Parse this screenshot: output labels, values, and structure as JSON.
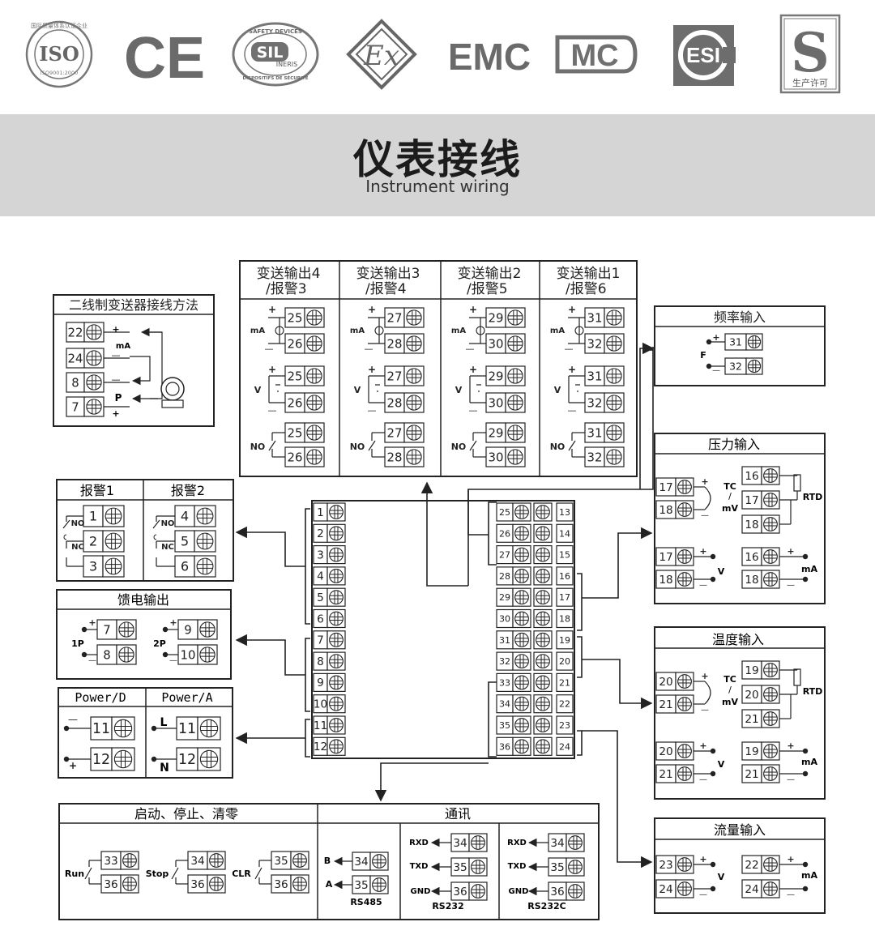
{
  "certifications": {
    "iso": {
      "logo": "ISO",
      "ring_text": "国际质量体系认证企业",
      "sub": "ISO9001:2000"
    },
    "ce": "CE",
    "sil": {
      "logo": "SIL",
      "ring_top": "SAFETY DEVICES",
      "mid": "INERIS",
      "ring_bottom": "DISPOSITIFS DE SÉCURITÉ"
    },
    "ex": "Ex",
    "emc": "EMC",
    "mc": "MC",
    "csi": "ESI",
    "s_permit": {
      "logo": "S",
      "caption": "生产许可"
    }
  },
  "header": {
    "title_cn": "仪表接线",
    "title_en": "Instrument wiring"
  },
  "output_box": {
    "columns": [
      {
        "line1": "变送输出4",
        "line2": "/报警3",
        "t1": "25",
        "t2": "26"
      },
      {
        "line1": "变送输出3",
        "line2": "/报警4",
        "t1": "27",
        "t2": "28"
      },
      {
        "line1": "变送输出2",
        "line2": "/报警5",
        "t1": "29",
        "t2": "30"
      },
      {
        "line1": "变送输出1",
        "line2": "/报警6",
        "t1": "31",
        "t2": "32"
      }
    ],
    "ma": "mA",
    "v": "V",
    "no": "NO",
    "plus": "+",
    "minus": "—"
  },
  "two_wire": {
    "title": "二线制变送器接线方法",
    "terms": [
      "22",
      "24",
      "8",
      "7"
    ],
    "ma": "mA",
    "p": "P",
    "plus": "+",
    "minus": "—"
  },
  "freq": {
    "title": "频率输入",
    "f": "F",
    "terms": [
      "31",
      "32"
    ]
  },
  "pressure": {
    "title": "压力输入",
    "tc": "TC",
    "slash": "/",
    "mv": "mV",
    "rtd": "RTD",
    "v": "V",
    "ma": "mA",
    "tc_terms": [
      "17",
      "18"
    ],
    "rtd_terms": [
      "16",
      "17",
      "18"
    ],
    "v_terms": [
      "17",
      "18"
    ],
    "ma_terms": [
      "16",
      "18"
    ]
  },
  "temperature": {
    "title": "温度输入",
    "tc": "TC",
    "slash": "/",
    "mv": "mV",
    "rtd": "RTD",
    "v": "V",
    "ma": "mA",
    "tc_terms": [
      "20",
      "21"
    ],
    "rtd_terms": [
      "19",
      "20",
      "21"
    ],
    "v_terms": [
      "20",
      "21"
    ],
    "ma_terms": [
      "19",
      "21"
    ]
  },
  "flow": {
    "title": "流量输入",
    "v": "V",
    "ma": "mA",
    "v_terms": [
      "23",
      "24"
    ],
    "ma_terms": [
      "22",
      "24"
    ]
  },
  "alarm": {
    "title1": "报警1",
    "title2": "报警2",
    "no": "NO",
    "nc": "NC",
    "terms1": [
      "1",
      "2",
      "3"
    ],
    "terms2": [
      "4",
      "5",
      "6"
    ]
  },
  "feed": {
    "title": "馈电输出",
    "p1": "1P",
    "p2": "2P",
    "terms1": [
      "7",
      "8"
    ],
    "terms2": [
      "9",
      "10"
    ]
  },
  "power": {
    "title_d": "Power/D",
    "title_a": "Power/A",
    "l": "L",
    "n": "N",
    "terms_d": [
      "11",
      "12"
    ],
    "terms_a": [
      "11",
      "12"
    ]
  },
  "main_block": {
    "left": [
      "1",
      "2",
      "3",
      "4",
      "5",
      "6",
      "7",
      "8",
      "9",
      "10",
      "11",
      "12"
    ],
    "right_a": [
      "25",
      "26",
      "27",
      "28",
      "29",
      "30",
      "31",
      "32",
      "33",
      "34",
      "35",
      "36"
    ],
    "right_b": [
      "13",
      "14",
      "15",
      "16",
      "17",
      "18",
      "19",
      "20",
      "21",
      "22",
      "23",
      "24"
    ]
  },
  "start_stop": {
    "title": "启动、停止、清零",
    "run": "Run",
    "stop": "Stop",
    "clr": "CLR",
    "terms": [
      "33",
      "36",
      "34",
      "36",
      "35",
      "36"
    ]
  },
  "comm": {
    "title": "通讯",
    "b": "B",
    "a": "A",
    "rs485": "RS485",
    "rs232": "RS232",
    "rs232c": "RS232C",
    "rxd": "RXD",
    "txd": "TXD",
    "gnd": "GND",
    "rs485_terms": [
      "34",
      "35"
    ],
    "rs232_terms": [
      "34",
      "35",
      "36"
    ]
  }
}
